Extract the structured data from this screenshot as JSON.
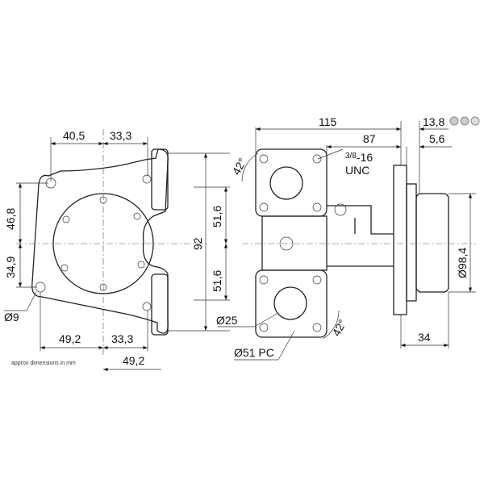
{
  "title": "Pump dimension drawing",
  "note": "approx dimensions in mm",
  "front_view": {
    "dim_top_left": "40,5",
    "dim_top_right": "33,3",
    "dim_left_upper": "46,8",
    "dim_left_lower": "34,9",
    "hole_dia": "Ø9",
    "dim_bottom_left": "49,2",
    "dim_bottom_mid": "33,3",
    "dim_bottom_right": "49,2",
    "dim_right_upper": "51,6",
    "dim_right_total": "92",
    "dim_right_lower": "51,6"
  },
  "side_view": {
    "dim_overall": "115",
    "dim_port": "87",
    "dim_shaft_small": "13,8",
    "dim_shaft_offset": "5,6",
    "thread_frac": "3/8",
    "thread_rest": "-16",
    "thread_type": "UNC",
    "angle_top": "42°",
    "angle_bottom": "42°",
    "port_dia": "Ø25",
    "pcd": "Ø51 PC",
    "flange_dia": "Ø98,4",
    "dim_depth": "34"
  }
}
